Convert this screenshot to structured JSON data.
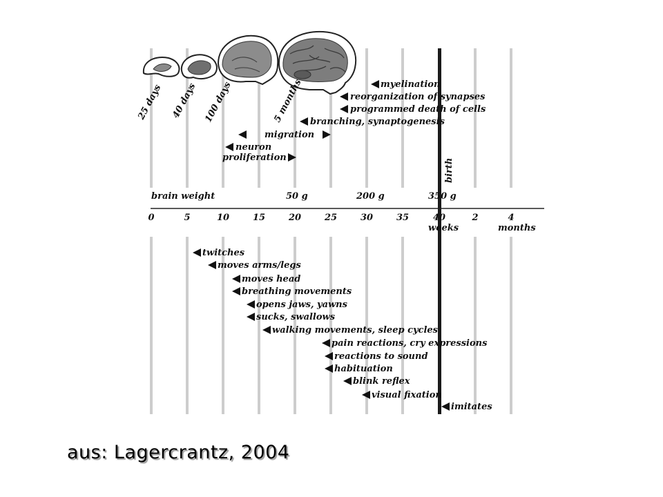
{
  "figure": {
    "fetal_ages": [
      "25 days",
      "40 days",
      "100 days",
      "5 months"
    ],
    "brain_events": [
      {
        "label": "myelination"
      },
      {
        "label": "reorganization of synapses"
      },
      {
        "label": "programmed death of cells"
      },
      {
        "label": "branching, synaptogenesis"
      },
      {
        "label": "migration"
      },
      {
        "label_line1": "neuron",
        "label_line2": "proliferation"
      }
    ],
    "birth_label": "birth",
    "brain_weight": {
      "label": "brain weight",
      "values": [
        "50 g",
        "200 g",
        "350 g"
      ]
    },
    "axis": {
      "week_ticks": [
        "0",
        "5",
        "10",
        "15",
        "20",
        "25",
        "30",
        "35",
        "40"
      ],
      "month_ticks": [
        "2",
        "4"
      ],
      "weeks_label": "weeks",
      "months_label": "months"
    },
    "behaviors": [
      "twitches",
      "moves arms/legs",
      "moves head",
      "breathing movements",
      "opens jaws, yawns",
      "sucks, swallows",
      "walking movements, sleep cycles",
      "pain reactions, cry expressions",
      "reactions to sound",
      "habituation",
      "blink reflex",
      "visual fixation",
      "imitates"
    ]
  },
  "caption": "aus: Lagercrantz, 2004"
}
